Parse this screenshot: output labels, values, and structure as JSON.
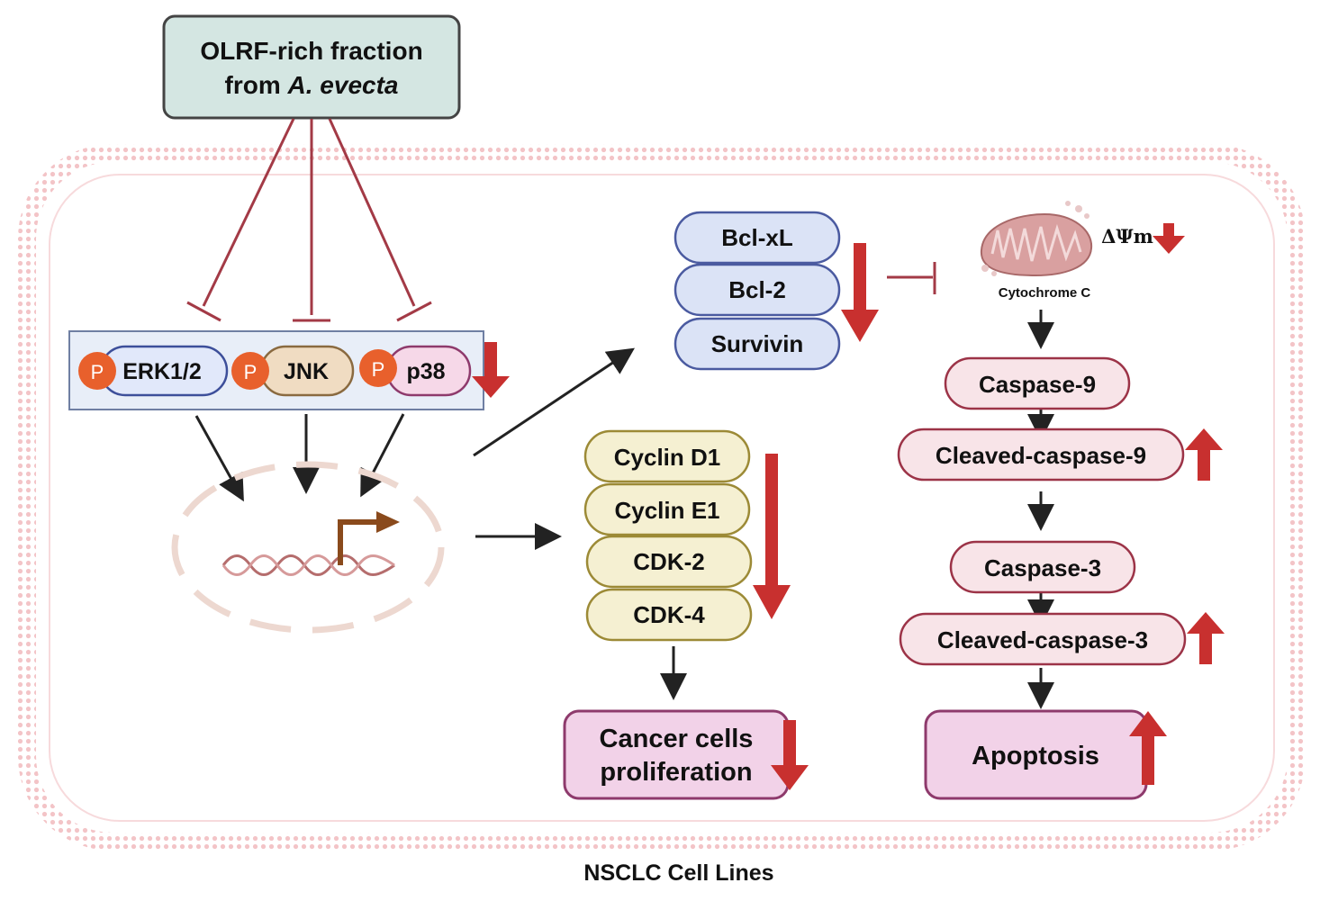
{
  "source_box": {
    "line1": "OLRF-rich fraction",
    "line2_prefix": "from ",
    "line2_species": "A. evecta"
  },
  "mapk": {
    "phospho_label": "P",
    "kinases": [
      "ERK1/2",
      "JNK",
      "p38"
    ]
  },
  "bcl_family": [
    "Bcl-xL",
    "Bcl-2",
    "Survivin"
  ],
  "mitochondria": {
    "potential_label": "ΔΨm",
    "cytochrome_label": "Cytochrome C"
  },
  "caspases": [
    "Caspase-9",
    "Cleaved-caspase-9",
    "Caspase-3",
    "Cleaved-caspase-3"
  ],
  "apoptosis_label": "Apoptosis",
  "cell_cycle": [
    "Cyclin D1",
    "Cyclin E1",
    "CDK-2",
    "CDK-4"
  ],
  "proliferation": {
    "line1": "Cancer cells",
    "line2": "proliferation"
  },
  "footer_label": "NSCLC Cell Lines",
  "colors": {
    "inhibition": "#a33a46",
    "arrow": "#222222",
    "change_arrow": "#c8302f",
    "source_fill": "#d4e6e2",
    "mapk_panel": "#e8eef8",
    "bcl_fill": "#dbe3f6",
    "bcl_stroke": "#4a5aa0",
    "cycle_fill": "#f5f0d2",
    "cycle_stroke": "#9c8a36",
    "caspase_fill": "#f8e4e8",
    "caspase_stroke": "#9c3347",
    "outcome_fill": "#f2d2e8",
    "outcome_stroke": "#8e3a6c",
    "membrane": "#f0b8bc",
    "phospho": "#e8602c"
  },
  "changes": {
    "mapk_phosphorylation": "down",
    "bcl_family": "down",
    "mitochondrial_potential": "down",
    "cleaved_caspase_9": "up",
    "cleaved_caspase_3": "up",
    "apoptosis": "up",
    "cell_cycle": "down",
    "proliferation": "down"
  }
}
